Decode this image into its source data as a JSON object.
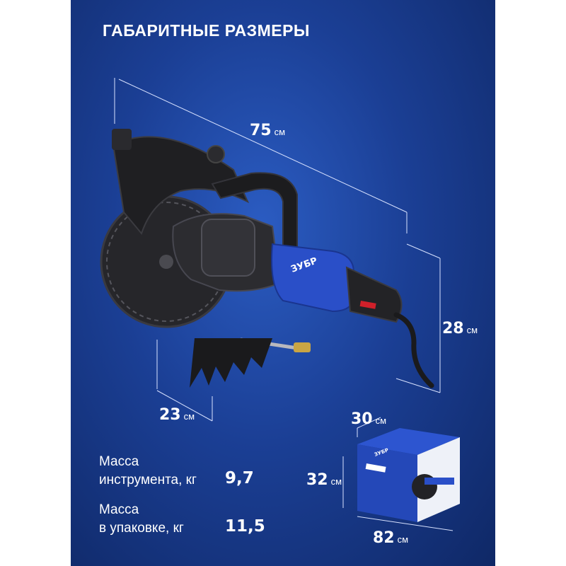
{
  "title": "ГАБАРИТНЫЕ РАЗМЕРЫ",
  "dimensions": {
    "length": {
      "value": "75",
      "unit": "см"
    },
    "height": {
      "value": "28",
      "unit": "см"
    },
    "depth": {
      "value": "23",
      "unit": "см"
    }
  },
  "package": {
    "width": {
      "value": "30",
      "unit": "см"
    },
    "height": {
      "value": "32",
      "unit": "см"
    },
    "length": {
      "value": "82",
      "unit": "см"
    },
    "brand": "ЗУБР"
  },
  "tool_brand": "ЗУБР",
  "specs": [
    {
      "label_line1": "Масса",
      "label_line2": "инструмента, кг",
      "value": "9,7"
    },
    {
      "label_line1": "Масса",
      "label_line2": "в упаковке, кг",
      "value": "11,5"
    }
  ],
  "colors": {
    "background": "#1b3f95",
    "tool_body": "#2a4fc8",
    "tool_dark": "#1c1c1e",
    "accent_red": "#d0202a"
  }
}
